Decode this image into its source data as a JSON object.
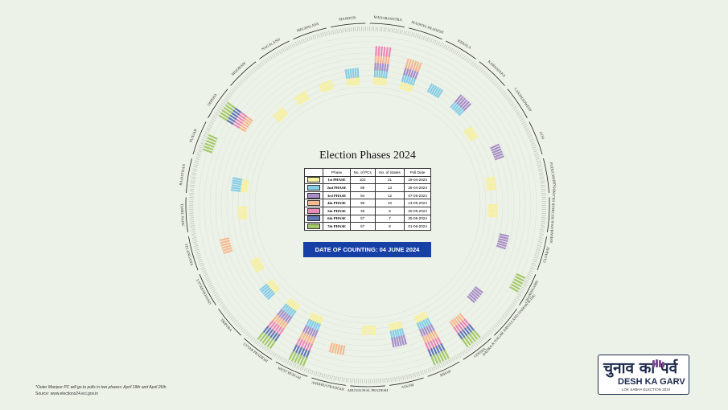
{
  "chart_data": {
    "type": "radial-bar",
    "title": "Election Phases 2024",
    "legend_headers": [
      "Phase",
      "No. of PCs",
      "No. of States",
      "Poll Date"
    ],
    "phases": [
      {
        "name": "1st PHASE",
        "color": "#f7f0a0",
        "pcs": 102,
        "states": 21,
        "date": "19-04-2024"
      },
      {
        "name": "2nd PHASE",
        "color": "#86cde7",
        "pcs": 89,
        "states": 13,
        "date": "26-04-2024"
      },
      {
        "name": "3rd PHASE",
        "color": "#a98fc8",
        "pcs": 94,
        "states": 12,
        "date": "07-05-2024"
      },
      {
        "name": "4th PHASE",
        "color": "#f6b98f",
        "pcs": 96,
        "states": 10,
        "date": "13-05-2024"
      },
      {
        "name": "5th PHASE",
        "color": "#ea8ab8",
        "pcs": 49,
        "states": 8,
        "date": "20-05-2024"
      },
      {
        "name": "6th PHASE",
        "color": "#6279b8",
        "pcs": 57,
        "states": 7,
        "date": "25-05-2024"
      },
      {
        "name": "7th PHASE",
        "color": "#a5c96a",
        "pcs": 57,
        "states": 8,
        "date": "01-06-2024"
      }
    ],
    "states": [
      {
        "name": "MAHARASHTRA",
        "phases": [
          1,
          2,
          3,
          4,
          5
        ]
      },
      {
        "name": "MADHYA PRADESH",
        "phases": [
          1,
          2,
          3,
          4
        ]
      },
      {
        "name": "KERALA",
        "phases": [
          2
        ]
      },
      {
        "name": "KARNATAKA",
        "phases": [
          2,
          3
        ]
      },
      {
        "name": "LAKSHADWEEP",
        "phases": [
          1
        ]
      },
      {
        "name": "GOA",
        "phases": [
          3
        ]
      },
      {
        "name": "PUDUCHERRY",
        "phases": [
          1
        ]
      },
      {
        "name": "ANDAMAN & NICOBAR ISLANDS",
        "phases": [
          1
        ]
      },
      {
        "name": "GUJARAT",
        "phases": [
          3
        ]
      },
      {
        "name": "CHANDIGARH",
        "phases": [
          7
        ]
      },
      {
        "name": "DADRA & NAGAR HAVELI AND DAMAN & DIU",
        "phases": [
          3
        ]
      },
      {
        "name": "ODISHA",
        "phases": [
          4,
          5,
          6,
          7
        ]
      },
      {
        "name": "BIHAR",
        "phases": [
          1,
          2,
          3,
          4,
          5,
          6,
          7
        ]
      },
      {
        "name": "ASSAM",
        "phases": [
          1,
          2,
          3
        ]
      },
      {
        "name": "ARUNACHAL PRADESH",
        "phases": [
          1
        ]
      },
      {
        "name": "ANDHRA PRADESH",
        "phases": [
          4
        ]
      },
      {
        "name": "WEST BENGAL",
        "phases": [
          1,
          2,
          3,
          4,
          5,
          6,
          7
        ]
      },
      {
        "name": "UTTAR PRADESH",
        "phases": [
          1,
          2,
          3,
          4,
          5,
          6,
          7
        ]
      },
      {
        "name": "TRIPURA",
        "phases": [
          1,
          2
        ]
      },
      {
        "name": "UTTARAKHAND",
        "phases": [
          1
        ]
      },
      {
        "name": "TELANGANA",
        "phases": [
          4
        ]
      },
      {
        "name": "TAMIL NADU",
        "phases": [
          1
        ]
      },
      {
        "name": "RAJASTHAN",
        "phases": [
          1,
          2
        ]
      },
      {
        "name": "PUNJAB",
        "phases": [
          7
        ]
      },
      {
        "name": "ODISHA",
        "phases": [
          4,
          5,
          6,
          7
        ]
      },
      {
        "name": "MIZORAM",
        "phases": [
          1
        ]
      },
      {
        "name": "NAGALAND",
        "phases": [
          1
        ]
      },
      {
        "name": "MEGHALAYA",
        "phases": [
          1
        ]
      },
      {
        "name": "MANIPUR",
        "phases": [
          1,
          2
        ]
      }
    ],
    "annotations": [
      "*Outer Manipur PC will go to polls in two phases: April 19th and April 26th",
      "Source: www.elections24.eci.gov.in"
    ],
    "counting_label": "DATE OF COUNTING: 04 JUNE 2024"
  },
  "logo": {
    "hindi": "चुनाव का पर्व",
    "english": "DESH KA GARV",
    "sub": "LOK SABHA ELECTION 2024",
    "hand_icon": "voting-hand-icon"
  },
  "colors": {
    "background": "#ecf2e8",
    "counting_bg": "#1740a6",
    "logo_border": "#1c2a4c"
  }
}
